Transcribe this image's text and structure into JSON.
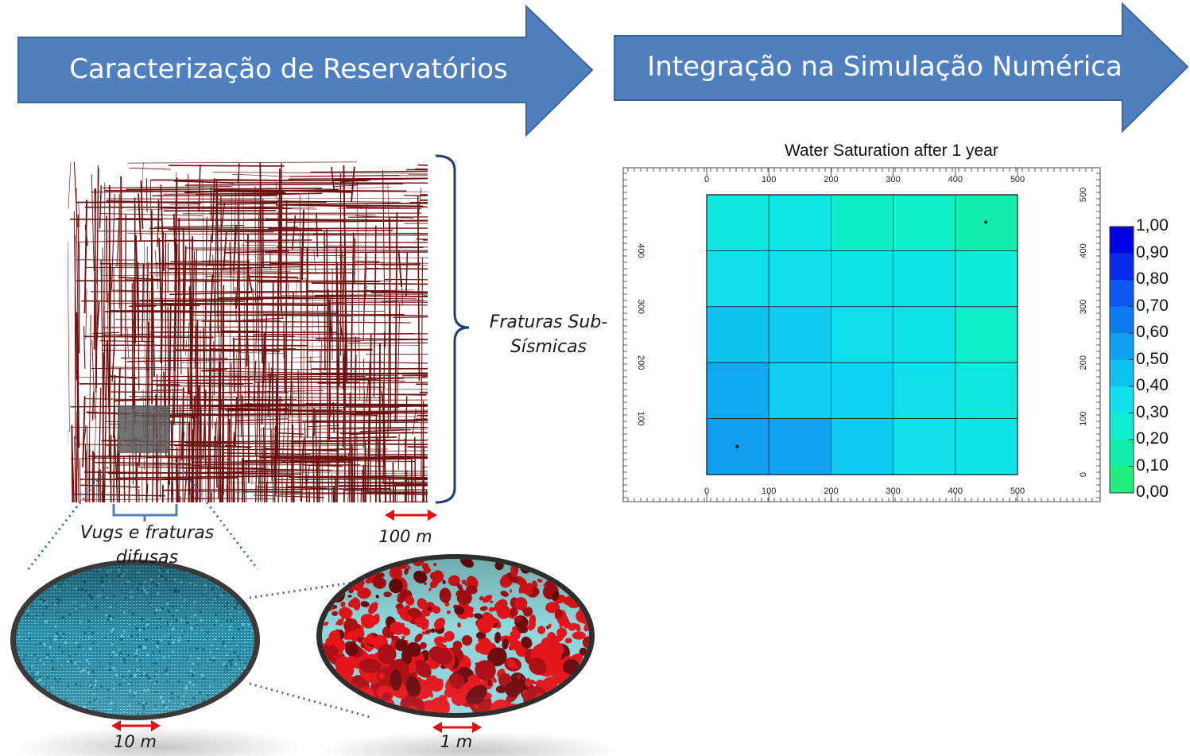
{
  "arrows": {
    "left_label": "Caracterização de Reservatórios",
    "right_label": "Integração na Simulação Numérica",
    "fill_color": "#4f7fbe",
    "stroke_color": "#3b649a"
  },
  "characterization": {
    "fracture_label_line1": "Fraturas Sub-",
    "fracture_label_line2": "Sísmicas",
    "vugs_label_line1": "Vugs e fraturas",
    "vugs_label_line2": "difusas",
    "scale_main": "100 m",
    "scale_circle_left": "10 m",
    "scale_circle_right": "1 m",
    "fracture_color": "#6b0f0f",
    "scale_arrow_color": "#e01010"
  },
  "chart_data": {
    "type": "heatmap",
    "title": "Water Saturation after 1 year",
    "x_ticks": [
      0,
      100,
      200,
      300,
      400,
      500
    ],
    "y_ticks": [
      0,
      100,
      200,
      300,
      400,
      500
    ],
    "xlim": [
      0,
      500
    ],
    "ylim": [
      0,
      500
    ],
    "grid_cols": 5,
    "grid_rows": 5,
    "cells": [
      [
        0.34,
        0.36,
        0.27,
        0.28,
        0.2
      ],
      [
        0.4,
        0.4,
        0.38,
        0.37,
        0.33
      ],
      [
        0.5,
        0.47,
        0.4,
        0.38,
        0.28
      ],
      [
        0.57,
        0.46,
        0.45,
        0.4,
        0.34
      ],
      [
        0.6,
        0.59,
        0.47,
        0.4,
        0.37
      ]
    ],
    "colorbar_ticks": [
      "1,00",
      "0,90",
      "0,80",
      "0,70",
      "0,60",
      "0,50",
      "0,40",
      "0,30",
      "0,20",
      "0,10",
      "0,00"
    ],
    "colorbar_colors": [
      "#0000e6",
      "#0a2af0",
      "#0f55f0",
      "#0f7bf0",
      "#119ff0",
      "#10c2f0",
      "#10e0ee",
      "#10eed2",
      "#10eeaa",
      "#20ee80",
      "#30ee60"
    ],
    "legend_placement": "right"
  }
}
